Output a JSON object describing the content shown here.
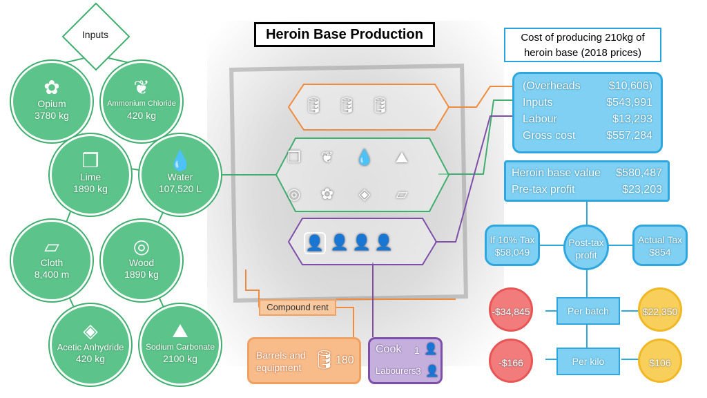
{
  "title": "Heroin Base Production",
  "inputs_label": "Inputs",
  "inputs": [
    {
      "name": "Opium",
      "quantity": "3780 kg",
      "icon": "poppy-icon"
    },
    {
      "name": "Ammonium Chloride",
      "quantity": "420 kg",
      "icon": "leaf-icon"
    },
    {
      "name": "Lime",
      "quantity": "1890 kg",
      "icon": "cubes-icon"
    },
    {
      "name": "Water",
      "quantity": "107,520 L",
      "icon": "droplet-icon"
    },
    {
      "name": "Cloth",
      "quantity": "8,400 m",
      "icon": "cloth-icon"
    },
    {
      "name": "Wood",
      "quantity": "1890 kg",
      "icon": "logs-icon"
    },
    {
      "name": "Acetic Anhydride",
      "quantity": "420 kg",
      "icon": "crystal-icon"
    },
    {
      "name": "Sodium Carbonate",
      "quantity": "2100 kg",
      "icon": "powder-icon"
    }
  ],
  "center": {
    "barrels_icons": [
      "barrel-icon",
      "barrel-icon",
      "barrel-icon"
    ],
    "inputs_icons": [
      "cubes-icon",
      "leaf-icon",
      "droplet-icon",
      "powder-icon",
      "logs-icon",
      "poppy-icon",
      "crystal-icon",
      "cloth-icon"
    ],
    "labour_icons": [
      "cook-icon",
      "person-icon",
      "person-icon",
      "person-icon"
    ],
    "compound_rent": "Compound rent",
    "barrels_box": {
      "label": "Barrels and equipment",
      "count": "180"
    },
    "labour_box": {
      "cook_label": "Cook",
      "cook_count": "1",
      "labourers_label": "Labourers",
      "labourers_count": "3"
    }
  },
  "cost": {
    "heading": "Cost of producing 210kg of heroin base (2018 prices)",
    "rows": [
      {
        "label": "(Overheads",
        "value": "$10,606)"
      },
      {
        "label": "Inputs",
        "value": "$543,991"
      },
      {
        "label": "Labour",
        "value": "$13,293"
      },
      {
        "label": "Gross cost",
        "value": "$557,284"
      }
    ],
    "value_rows": [
      {
        "label": "Heroin base value",
        "value": "$580,487"
      },
      {
        "label": "Pre-tax profit",
        "value": "$23,203"
      }
    ],
    "if_tax": {
      "label": "If 10% Tax",
      "value": "$58,049"
    },
    "post_tax": "Post-tax profit",
    "actual_tax": {
      "label": "Actual Tax",
      "value": "$854"
    },
    "per_batch": "Per batch",
    "per_kilo": "Per kilo",
    "if_tax_batch": "-$34,845",
    "if_tax_kilo": "-$166",
    "actual_batch": "$22,350",
    "actual_kilo": "$106"
  },
  "colors": {
    "green": "#5cc38a",
    "blue": "#7fd0f2",
    "orange": "#f0a060",
    "purple": "#7e4fa8",
    "red": "#f27c7c",
    "yellow": "#f8cf5a"
  }
}
